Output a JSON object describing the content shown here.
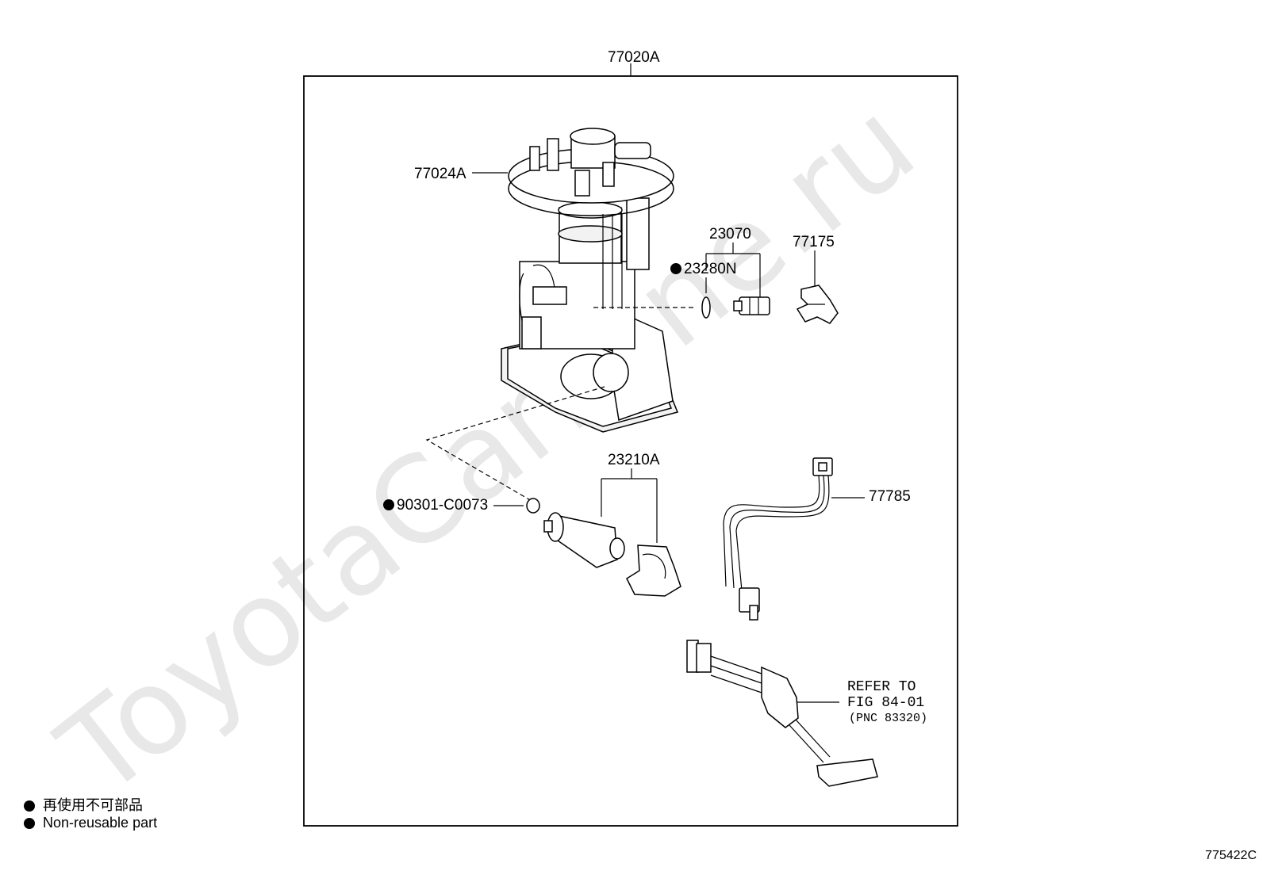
{
  "watermark": "ToyotaCarMine.ru",
  "assembly_label": "77020A",
  "callouts": {
    "p77024A": "77024A",
    "p23070": "23070",
    "p23280N": "23280N",
    "p77175": "77175",
    "p23210A": "23210A",
    "p90301": "90301-C0073",
    "p77785": "77785"
  },
  "refer_note": {
    "line1": "REFER TO",
    "line2": "FIG 84-01",
    "line3": "(PNC 83320)"
  },
  "legend": {
    "japanese": "再使用不可部品",
    "english": "Non-reusable part"
  },
  "figure_code": "775422C"
}
